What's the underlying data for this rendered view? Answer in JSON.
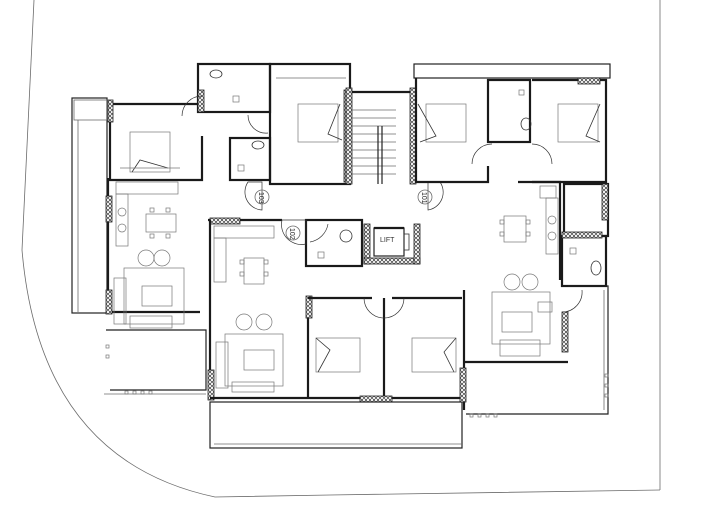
{
  "drawing": {
    "type": "architectural-floor-plan",
    "background": "#ffffff",
    "line_color": "#1a1a1a"
  },
  "units": [
    {
      "id": "unit-101",
      "label": "101"
    },
    {
      "id": "unit-102",
      "label": "102"
    },
    {
      "id": "unit-103",
      "label": "103"
    }
  ],
  "core": {
    "lift_label": "LIFT"
  }
}
